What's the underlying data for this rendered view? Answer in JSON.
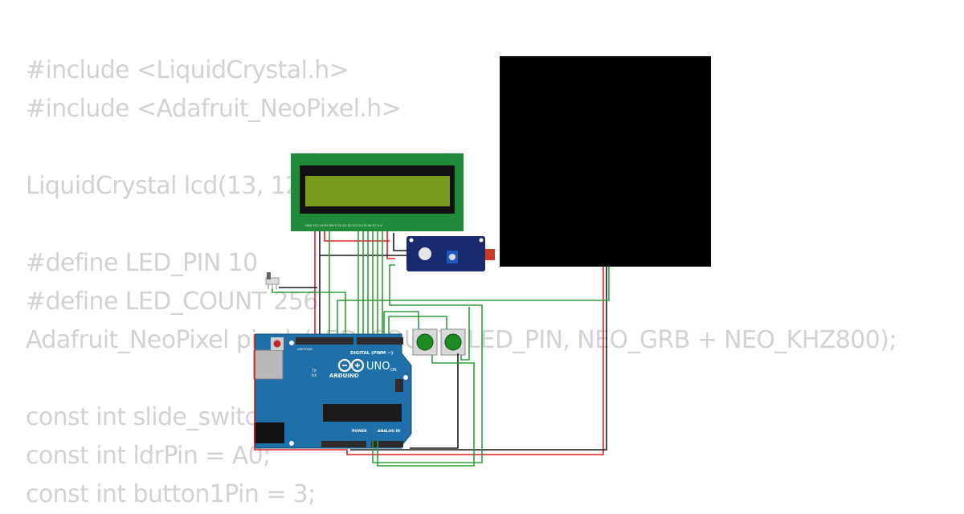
{
  "code": {
    "lines": [
      "#include <LiquidCrystal.h>",
      "#include <Adafruit_NeoPixel.h>",
      "",
      "LiquidCrystal lcd(13, 12, 11, 10, 9, 8);",
      "",
      "#define LED_PIN 10",
      "#define LED_COUNT 256",
      "Adafruit_NeoPixel pixels(LED_COUNT, LED_PIN, NEO_GRB + NEO_KHZ800);",
      "",
      "const int slide_switch = 2;",
      "const int ldrPin = A0;",
      "const int button1Pin = 3;"
    ]
  },
  "arduino": {
    "brand": "ARDUINO",
    "model": "UNO",
    "digital_label": "DIGITAL (PWM ~)",
    "power_label": "POWER",
    "analog_label": "ANALOG IN",
    "on_label": "ON",
    "tx_label": "TX",
    "rx_label": "RX",
    "aref_label": "AREF",
    "gnd_label": "GND"
  },
  "lcd": {
    "pin_labels": "GND VCC V0 RS RW E D0 D1 D2 D3 D4 D5 D6 D7 A K"
  },
  "colors": {
    "wire_red": "#e02020",
    "wire_black": "#1a1a1a",
    "wire_green": "#2f9e3a",
    "arduino_board": "#1f6fa8",
    "lcd_pcb": "#1f8a3a",
    "lcd_screen": "#7a9a1c",
    "neopixel_matrix": "#000000",
    "ldr_module": "#1a2a6e",
    "button_cap": "#1e8a24"
  }
}
